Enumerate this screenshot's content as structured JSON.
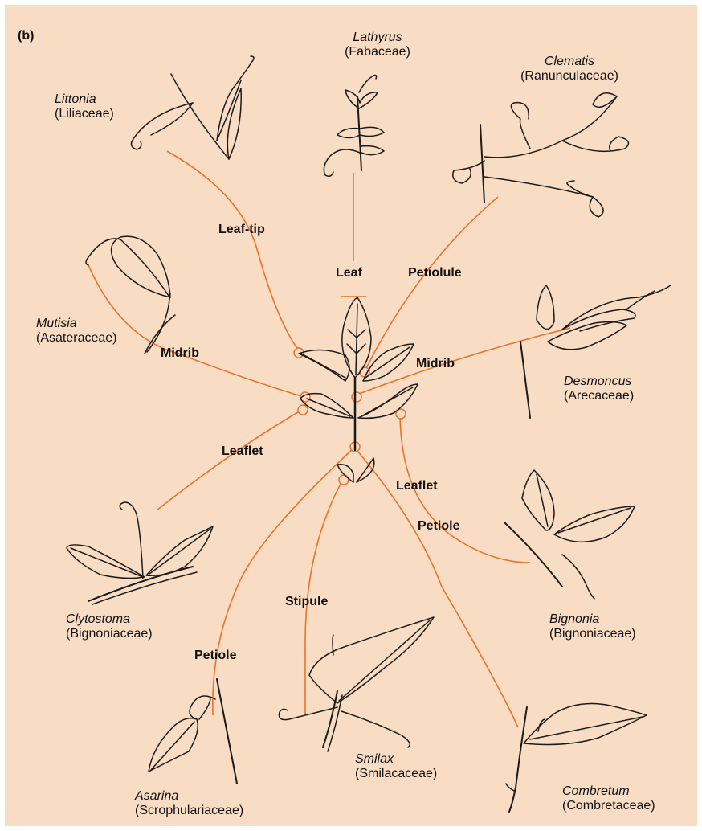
{
  "panel_label": "(b)",
  "colors": {
    "background": "#f9dcc4",
    "leader": "#e8732a",
    "ink": "#1a1a1a"
  },
  "organs": {
    "leaf_tip": "Leaf-tip",
    "leaf": "Leaf",
    "petiolule": "Petiolule",
    "midrib_left": "Midrib",
    "midrib_right": "Midrib",
    "leaflet_left": "Leaflet",
    "leaflet_right": "Leaflet",
    "stipule": "Stipule",
    "petiole_center": "Petiole",
    "petiole_left": "Petiole"
  },
  "taxa": {
    "littonia": {
      "genus": "Littonia",
      "family": "(Liliaceae)"
    },
    "lathyrus": {
      "genus": "Lathyrus",
      "family": "(Fabaceae)"
    },
    "clematis": {
      "genus": "Clematis",
      "family": "(Ranunculaceae)"
    },
    "mutisia": {
      "genus": "Mutisia",
      "family": "(Asateraceae)"
    },
    "desmoncus": {
      "genus": "Desmoncus",
      "family": "(Arecaceae)"
    },
    "clytostoma": {
      "genus": "Clytostoma",
      "family": "(Bignoniaceae)"
    },
    "bignonia": {
      "genus": "Bignonia",
      "family": "(Bignoniaceae)"
    },
    "asarina": {
      "genus": "Asarina",
      "family": "(Scrophulariaceae)"
    },
    "smilax": {
      "genus": "Smilax",
      "family": "(Smilacaceae)"
    },
    "combretum": {
      "genus": "Combretum",
      "family": "(Combretaceae)"
    }
  }
}
